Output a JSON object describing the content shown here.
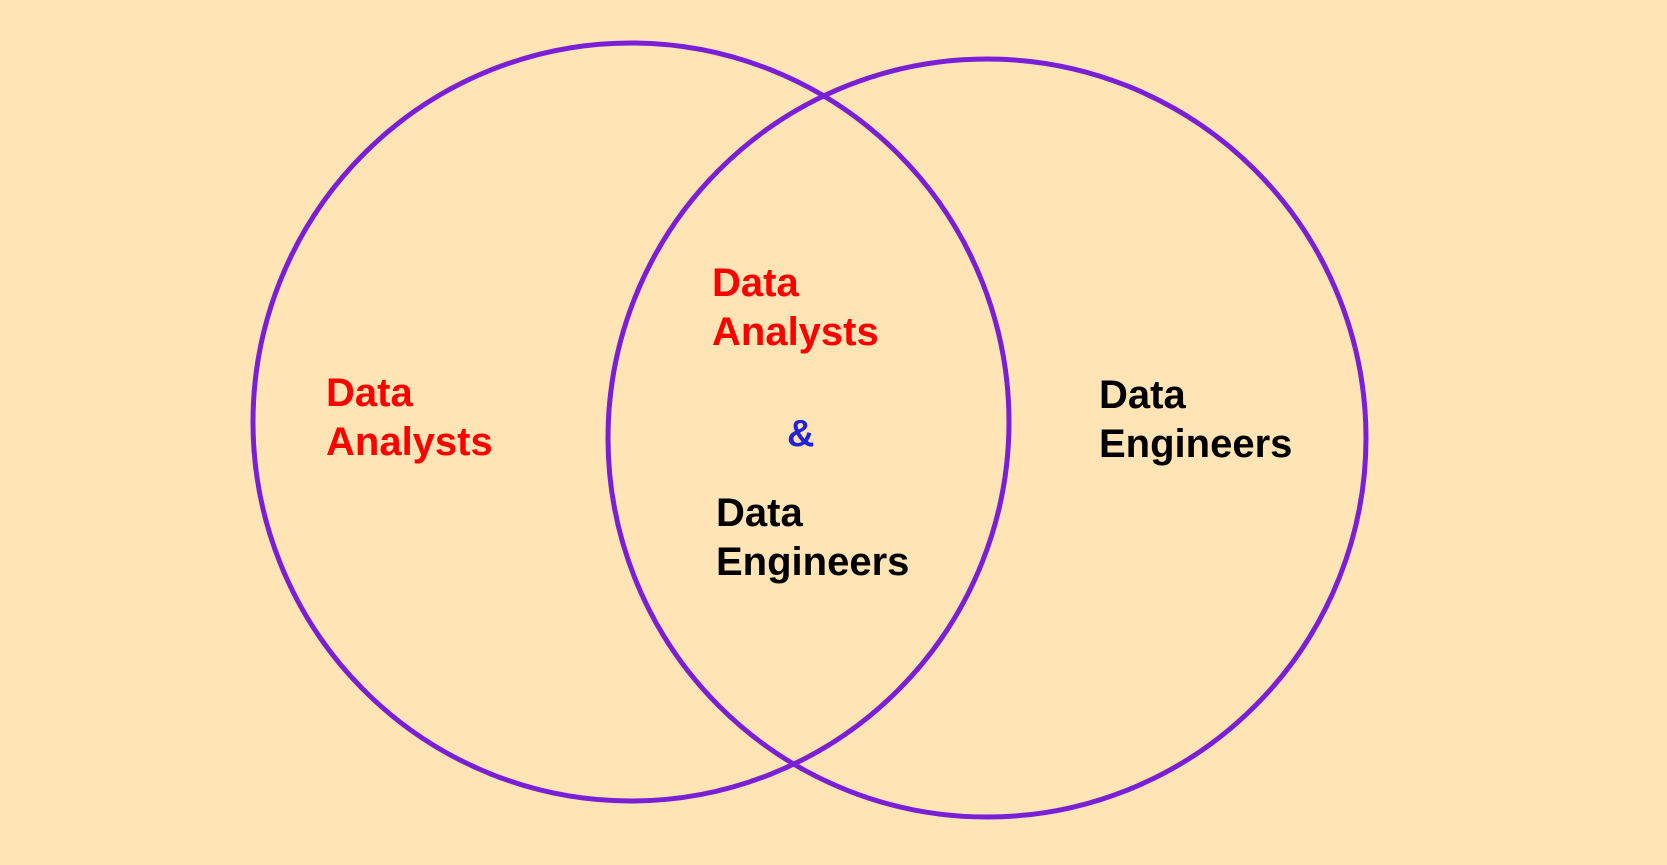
{
  "colors": {
    "background": "#FFE4B5",
    "circle_stroke": "#7A1FD6",
    "analysts_text": "#FF0000",
    "engineers_text": "#000000",
    "ampersand_text": "#2222DD"
  },
  "left_region": {
    "line1": "Data",
    "line2": "Analysts"
  },
  "overlap_region": {
    "top_line1": "Data",
    "top_line2": "Analysts",
    "connector": "&",
    "bottom_line1": "Data",
    "bottom_line2": "Engineers"
  },
  "right_region": {
    "line1": "Data",
    "line2": "Engineers"
  }
}
